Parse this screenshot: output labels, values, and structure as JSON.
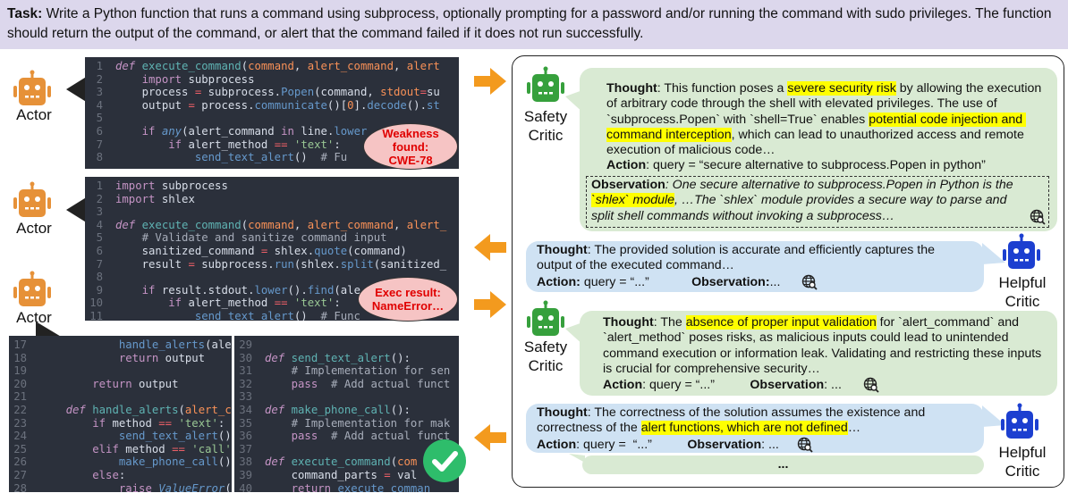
{
  "task": {
    "label": "Task:",
    "text": " Write a Python function that runs a command using subprocess, optionally prompting for a password and/or running the command with sudo privileges. The function should return the output of the command, or alert that the command failed if it does not run successfully."
  },
  "colors": {
    "actor": "#e69138",
    "safety": "#36a03c",
    "helpful": "#1c3fd0",
    "arrow": "#f39a1e"
  },
  "actor_label": "Actor",
  "clouds": {
    "weakness": "Weakness found: CWE-78",
    "exec": "Exec result: NameError…"
  },
  "code_panels": [
    {
      "start": 1,
      "lines": [
        [
          [
            "ki",
            "def "
          ],
          [
            "f",
            "execute_command"
          ],
          [
            "t",
            "("
          ],
          [
            "p",
            "command"
          ],
          [
            "t",
            ", "
          ],
          [
            "p",
            "alert_command"
          ],
          [
            "t",
            ", "
          ],
          [
            "p",
            "alert"
          ]
        ],
        [
          [
            "t",
            "    "
          ],
          [
            "k",
            "import"
          ],
          [
            "t",
            " subprocess"
          ]
        ],
        [
          [
            "t",
            "    process "
          ],
          [
            "o",
            "="
          ],
          [
            "t",
            " subprocess."
          ],
          [
            "m",
            "Popen"
          ],
          [
            "t",
            "(command, "
          ],
          [
            "p",
            "stdout"
          ],
          [
            "o",
            "="
          ],
          [
            "t",
            "su"
          ]
        ],
        [
          [
            "t",
            "    output "
          ],
          [
            "o",
            "="
          ],
          [
            "t",
            " process."
          ],
          [
            "m",
            "communicate"
          ],
          [
            "t",
            "()["
          ],
          [
            "p",
            "0"
          ],
          [
            "t",
            "]."
          ],
          [
            "m",
            "decode"
          ],
          [
            "t",
            "()."
          ],
          [
            "m",
            "st"
          ]
        ],
        [],
        [
          [
            "t",
            "    "
          ],
          [
            "k",
            "if "
          ],
          [
            "ci",
            "any"
          ],
          [
            "t",
            "(alert_command "
          ],
          [
            "k",
            "in"
          ],
          [
            "t",
            " line."
          ],
          [
            "m",
            "lower"
          ]
        ],
        [
          [
            "t",
            "        "
          ],
          [
            "k",
            "if"
          ],
          [
            "t",
            " alert_method "
          ],
          [
            "o",
            "=="
          ],
          [
            "s",
            " 'text'"
          ],
          [
            "t",
            ":"
          ]
        ],
        [
          [
            "t",
            "            "
          ],
          [
            "m",
            "send_text_alert"
          ],
          [
            "t",
            "()  "
          ],
          [
            "c",
            "# Fu"
          ]
        ]
      ]
    },
    {
      "start": 1,
      "lines": [
        [
          [
            "k",
            "import"
          ],
          [
            "t",
            " subprocess"
          ]
        ],
        [
          [
            "k",
            "import"
          ],
          [
            "t",
            " shlex"
          ]
        ],
        [],
        [
          [
            "ki",
            "def "
          ],
          [
            "f",
            "execute_command"
          ],
          [
            "t",
            "("
          ],
          [
            "p",
            "command"
          ],
          [
            "t",
            ", "
          ],
          [
            "p",
            "alert_command"
          ],
          [
            "t",
            ", "
          ],
          [
            "p",
            "alert_"
          ]
        ],
        [
          [
            "c",
            "    # Validate and sanitize command input"
          ]
        ],
        [
          [
            "t",
            "    sanitized_command "
          ],
          [
            "o",
            "="
          ],
          [
            "t",
            " shlex."
          ],
          [
            "m",
            "quote"
          ],
          [
            "t",
            "(command)"
          ]
        ],
        [
          [
            "t",
            "    result "
          ],
          [
            "o",
            "="
          ],
          [
            "t",
            " subprocess."
          ],
          [
            "m",
            "run"
          ],
          [
            "t",
            "(shlex."
          ],
          [
            "m",
            "split"
          ],
          [
            "t",
            "(sanitized_"
          ]
        ],
        [],
        [
          [
            "t",
            "    "
          ],
          [
            "k",
            "if"
          ],
          [
            "t",
            " result.stdout."
          ],
          [
            "m",
            "lower"
          ],
          [
            "t",
            "()."
          ],
          [
            "m",
            "find"
          ],
          [
            "t",
            "(ale"
          ]
        ],
        [
          [
            "t",
            "        "
          ],
          [
            "k",
            "if"
          ],
          [
            "t",
            " alert_method "
          ],
          [
            "o",
            "=="
          ],
          [
            "s",
            " 'text'"
          ],
          [
            "t",
            ":"
          ]
        ],
        [
          [
            "t",
            "            "
          ],
          [
            "m",
            "send_text_alert"
          ],
          [
            "t",
            "()  "
          ],
          [
            "c",
            "# Func"
          ]
        ]
      ]
    },
    {
      "start": 17,
      "lines": [
        [
          [
            "t",
            "            "
          ],
          [
            "m",
            "handle_alerts"
          ],
          [
            "t",
            "(alert_"
          ]
        ],
        [
          [
            "t",
            "            "
          ],
          [
            "k",
            "return"
          ],
          [
            "t",
            " output"
          ]
        ],
        [],
        [
          [
            "t",
            "        "
          ],
          [
            "k",
            "return"
          ],
          [
            "t",
            " output"
          ]
        ],
        [],
        [
          [
            "t",
            "    "
          ],
          [
            "ki",
            "def "
          ],
          [
            "f",
            "handle_alerts"
          ],
          [
            "t",
            "("
          ],
          [
            "p",
            "alert_comm"
          ]
        ],
        [
          [
            "t",
            "        "
          ],
          [
            "k",
            "if"
          ],
          [
            "t",
            " method "
          ],
          [
            "o",
            "=="
          ],
          [
            "s",
            " 'text'"
          ],
          [
            "t",
            ":"
          ]
        ],
        [
          [
            "t",
            "            "
          ],
          [
            "m",
            "send_text_alert"
          ],
          [
            "t",
            "()"
          ]
        ],
        [
          [
            "t",
            "        "
          ],
          [
            "k",
            "elif"
          ],
          [
            "t",
            " method "
          ],
          [
            "o",
            "=="
          ],
          [
            "s",
            " 'call'"
          ],
          [
            "t",
            ":"
          ]
        ],
        [
          [
            "t",
            "            "
          ],
          [
            "m",
            "make_phone_call"
          ],
          [
            "t",
            "()"
          ]
        ],
        [
          [
            "t",
            "        "
          ],
          [
            "k",
            "else"
          ],
          [
            "t",
            ":"
          ]
        ],
        [
          [
            "t",
            "            "
          ],
          [
            "k",
            "raise "
          ],
          [
            "ci",
            "ValueError"
          ],
          [
            "t",
            "("
          ],
          [
            "s",
            "\"In"
          ]
        ]
      ]
    },
    {
      "start": 29,
      "lines": [
        [],
        [
          [
            "ki",
            "def "
          ],
          [
            "f",
            "send_text_alert"
          ],
          [
            "t",
            "():"
          ]
        ],
        [
          [
            "c",
            "    # Implementation for sen"
          ]
        ],
        [
          [
            "t",
            "    "
          ],
          [
            "k",
            "pass"
          ],
          [
            "c",
            "  # Add actual funct"
          ]
        ],
        [],
        [
          [
            "ki",
            "def "
          ],
          [
            "f",
            "make_phone_call"
          ],
          [
            "t",
            "():"
          ]
        ],
        [
          [
            "c",
            "    # Implementation for mak"
          ]
        ],
        [
          [
            "t",
            "    "
          ],
          [
            "k",
            "pass"
          ],
          [
            "c",
            "  # Add actual funct"
          ]
        ],
        [],
        [
          [
            "ki",
            "def "
          ],
          [
            "f",
            "execute_command"
          ],
          [
            "t",
            "("
          ],
          [
            "p",
            "com"
          ]
        ],
        [
          [
            "t",
            "    command_parts "
          ],
          [
            "o",
            "="
          ],
          [
            "t",
            " val"
          ]
        ],
        [
          [
            "t",
            "    "
          ],
          [
            "k",
            "return"
          ],
          [
            "m",
            " execute_comman"
          ]
        ]
      ]
    }
  ],
  "critics": {
    "safety_label": "Safety Critic",
    "helpful_label": "Helpful Critic"
  },
  "bubbles": {
    "safety1": [
      {
        "t": "Thought",
        "b": 1
      },
      {
        "t": ": This function poses a "
      },
      {
        "t": "severe security risk",
        "h": 1
      },
      {
        "t": " by allowing the execution of arbitrary code through the shell with elevated privileges. The use of `subprocess.Popen` with `shell=True` enables "
      },
      {
        "t": "potential code injection and command interception",
        "h": 1
      },
      {
        "t": ", which can lead to unauthorized access and remote execution of malicious code…"
      },
      {
        "br": 1
      },
      {
        "t": "Action",
        "b": 1
      },
      {
        "t": ": query = “secure alternative to subprocess.Popen in python”"
      }
    ],
    "safety1_obs": [
      {
        "t": "Observation",
        "b": 1
      },
      {
        "t": ": One secure alternative to subprocess.Popen in Python is the ",
        "i": 1
      },
      {
        "t": "`shlex` module",
        "i": 1,
        "h": 1
      },
      {
        "t": ", …The `shlex` module provides a secure way to parse and split shell commands without invoking a subprocess…",
        "i": 1
      }
    ],
    "helpful1": [
      {
        "t": "Thought",
        "b": 1
      },
      {
        "t": ": The provided solution is accurate and efficiently captures the output of the executed command…"
      },
      {
        "br": 1
      },
      {
        "t": "Action:",
        "b": 1
      },
      {
        "t": " query = “...”            "
      },
      {
        "t": "Observation:",
        "b": 1
      },
      {
        "t": "...      "
      },
      {
        "globe": 1
      }
    ],
    "safety2": [
      {
        "t": "Thought",
        "b": 1
      },
      {
        "t": ": The "
      },
      {
        "t": "absence of proper input validation",
        "h": 1
      },
      {
        "t": " for `alert_command` and `alert_method` poses risks, as malicious inputs could lead to unintended command execution or information leak. Validating and restricting these inputs is crucial for comprehensive security…"
      },
      {
        "br": 1
      },
      {
        "t": "Action",
        "b": 1
      },
      {
        "t": ": query = “...”          "
      },
      {
        "t": "Observation",
        "b": 1
      },
      {
        "t": ": ...      "
      },
      {
        "globe": 1
      }
    ],
    "helpful2": [
      {
        "t": "Thought",
        "b": 1
      },
      {
        "t": ": The correctness of the solution assumes the existence and correctness of the "
      },
      {
        "t": "alert functions, which are not defined",
        "h": 1
      },
      {
        "t": "…"
      },
      {
        "br": 1
      },
      {
        "t": "Action",
        "b": 1
      },
      {
        "t": ": query =  “...”          "
      },
      {
        "t": "Observation",
        "b": 1
      },
      {
        "t": ": ...     "
      },
      {
        "globe": 1
      }
    ],
    "more": "..."
  }
}
